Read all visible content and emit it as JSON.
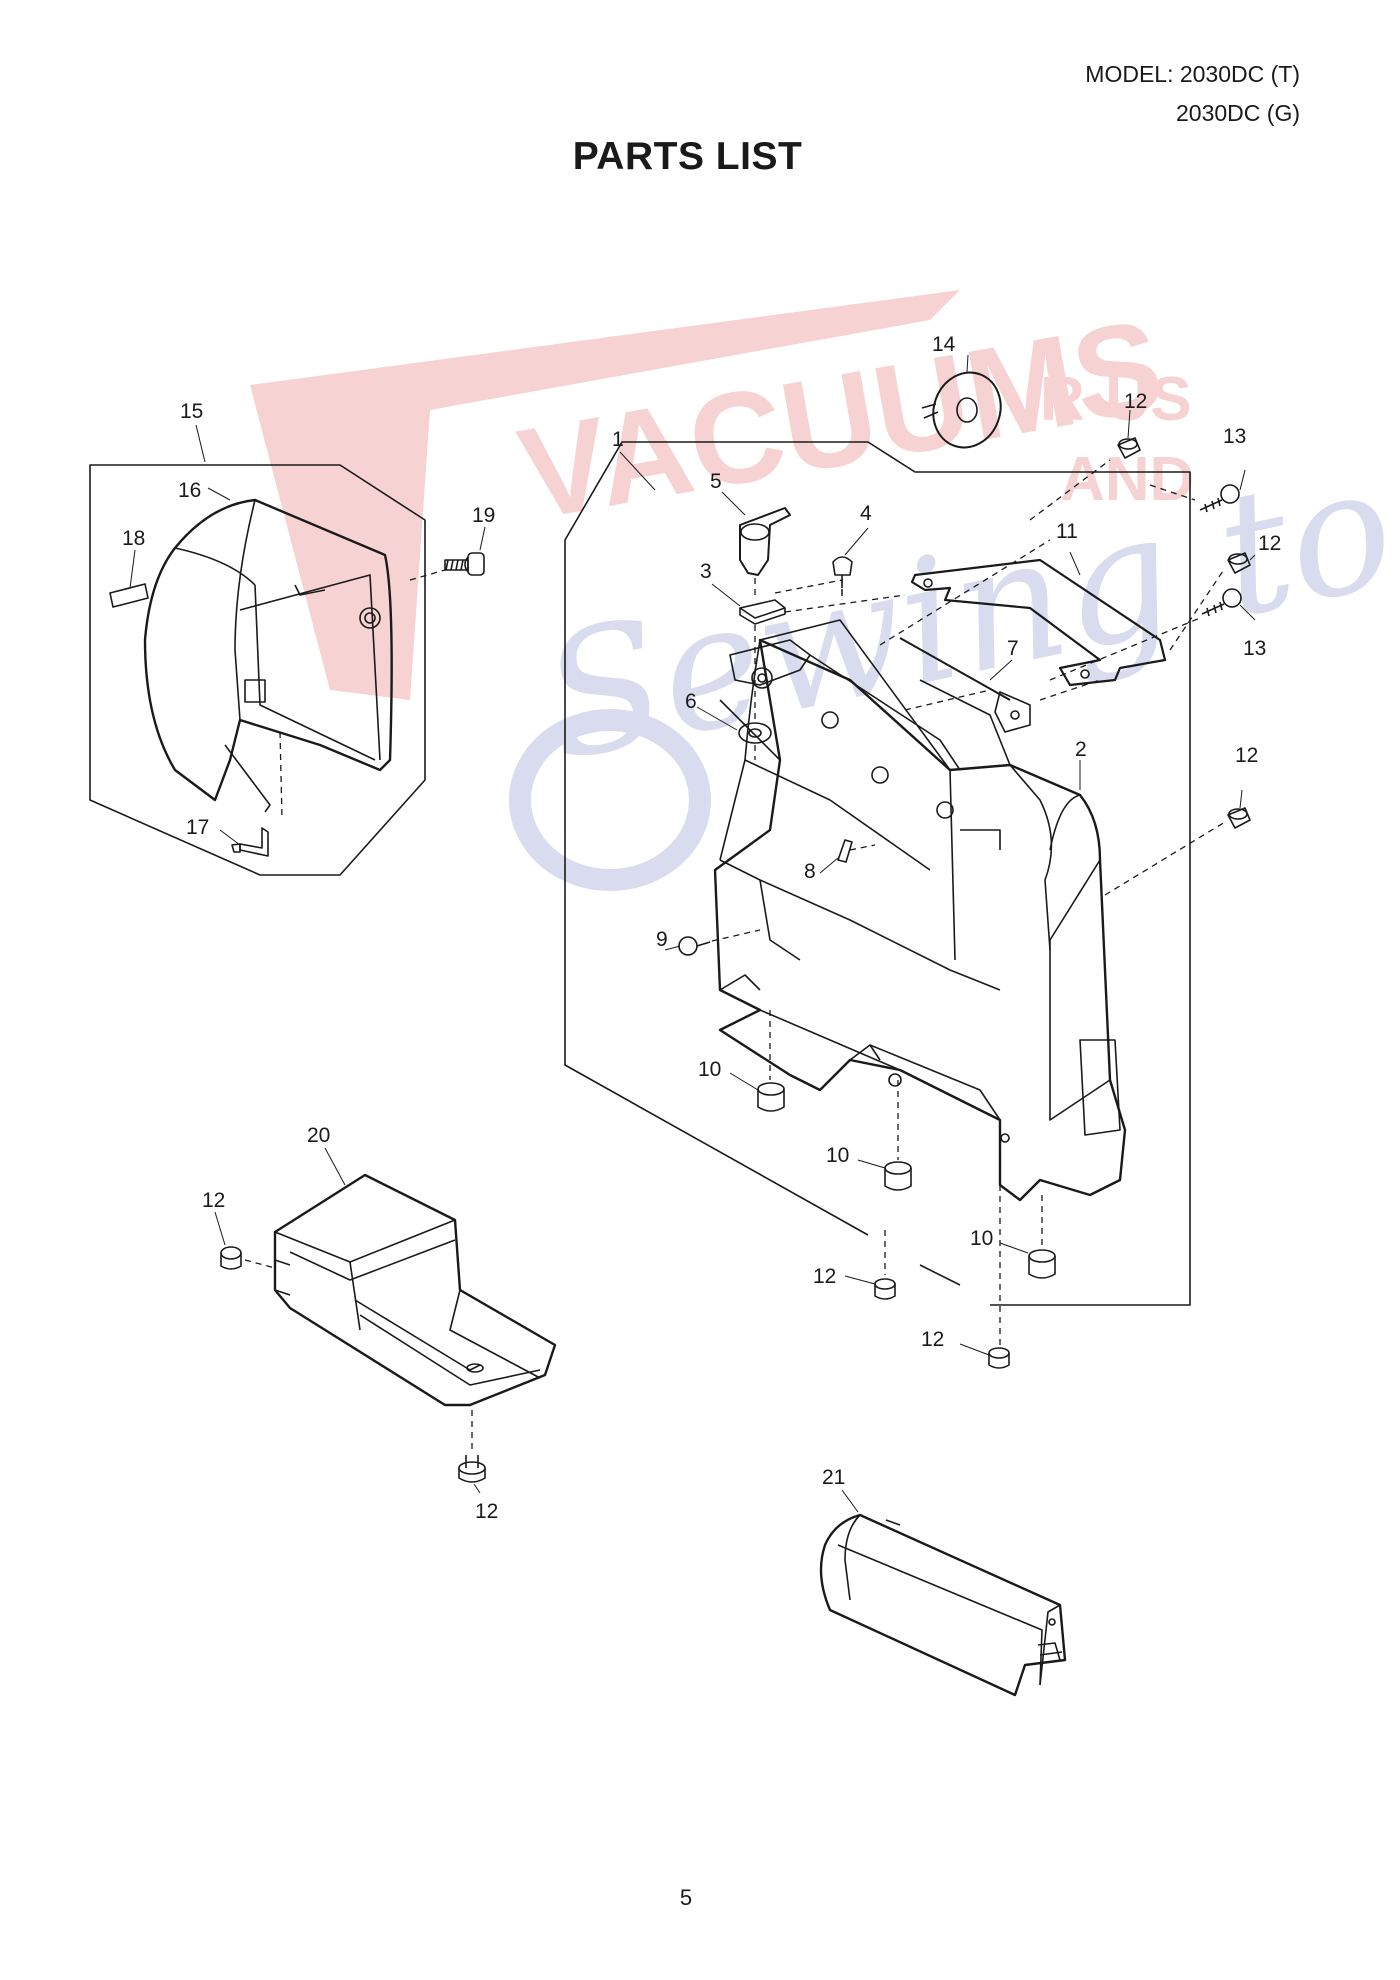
{
  "header": {
    "model_line_1": "MODEL: 2030DC (T)",
    "model_line_2": "2030DC (G)",
    "title": "PARTS LIST"
  },
  "watermark": {
    "line_1": "VACUUMS",
    "line_2": "R-US",
    "line_3": "AND",
    "line_4": "Sewing too",
    "colors": {
      "red": "#f6d2d2",
      "blue": "#d8dcee"
    }
  },
  "callouts": [
    {
      "id": "c-1",
      "label": "1"
    },
    {
      "id": "c-2",
      "label": "2"
    },
    {
      "id": "c-3",
      "label": "3"
    },
    {
      "id": "c-4",
      "label": "4"
    },
    {
      "id": "c-5",
      "label": "5"
    },
    {
      "id": "c-6",
      "label": "6"
    },
    {
      "id": "c-7",
      "label": "7"
    },
    {
      "id": "c-8",
      "label": "8"
    },
    {
      "id": "c-9",
      "label": "9"
    },
    {
      "id": "c-10a",
      "label": "10"
    },
    {
      "id": "c-10b",
      "label": "10"
    },
    {
      "id": "c-10c",
      "label": "10"
    },
    {
      "id": "c-11",
      "label": "11"
    },
    {
      "id": "c-12a",
      "label": "12"
    },
    {
      "id": "c-12b",
      "label": "12"
    },
    {
      "id": "c-12c",
      "label": "12"
    },
    {
      "id": "c-12d",
      "label": "12"
    },
    {
      "id": "c-12e",
      "label": "12"
    },
    {
      "id": "c-12f",
      "label": "12"
    },
    {
      "id": "c-12g",
      "label": "12"
    },
    {
      "id": "c-13a",
      "label": "13"
    },
    {
      "id": "c-13b",
      "label": "13"
    },
    {
      "id": "c-14",
      "label": "14"
    },
    {
      "id": "c-15",
      "label": "15"
    },
    {
      "id": "c-16",
      "label": "16"
    },
    {
      "id": "c-17",
      "label": "17"
    },
    {
      "id": "c-18",
      "label": "18"
    },
    {
      "id": "c-19",
      "label": "19"
    },
    {
      "id": "c-20",
      "label": "20"
    },
    {
      "id": "c-21",
      "label": "21"
    }
  ],
  "footer": {
    "page_number": "5"
  }
}
